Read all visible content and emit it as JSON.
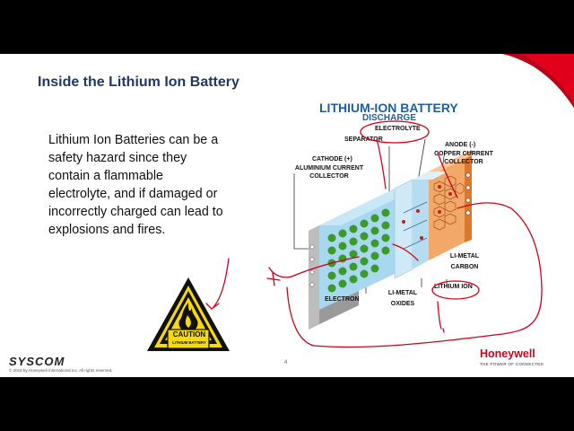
{
  "slide": {
    "title": "Inside the Lithium Ion Battery",
    "body": "Lithium Ion Batteries can be a safety hazard since they contain a flammable electrolyte, and if damaged or incorrectly charged can lead to explosions and fires.",
    "page_number": "4"
  },
  "caution_sign": {
    "heading": "CAUTION",
    "subtext": "LITHIUM BATTERY"
  },
  "diagram": {
    "title": "LITHIUM-ION BATTERY",
    "subtitle": "DISCHARGE",
    "labels": {
      "electrolyte": "ELECTROLYTE",
      "separator": "SEPARATOR",
      "anode": "ANODE (-)",
      "cathode": "CATHODE (+)",
      "aluminium_line1": "ALUMINIUM CURRENT",
      "aluminium_line2": "COLLECTOR",
      "copper_line1": "COPPER CURRENT",
      "copper_line2": "COLLECTOR",
      "li_metal_line1": "LI-METAL",
      "li_metal_line2": "CARBON",
      "lithium_ion": "LITHIUM ION",
      "electron": "ELECTRON",
      "oxides_line1": "LI-METAL",
      "oxides_line2": "OXIDES"
    }
  },
  "footer": {
    "left_logo": "SYSCOM",
    "copyright": "© 2018 by Honeywell International Inc. All rights reserved.",
    "right_logo": "Honeywell",
    "tagline": "THE POWER OF CONNECTED"
  },
  "colors": {
    "title": "#1f3864",
    "diagram_title": "#1f5f9e",
    "annotation_red": "#d0021b",
    "caution_yellow": "#f5d90a"
  }
}
